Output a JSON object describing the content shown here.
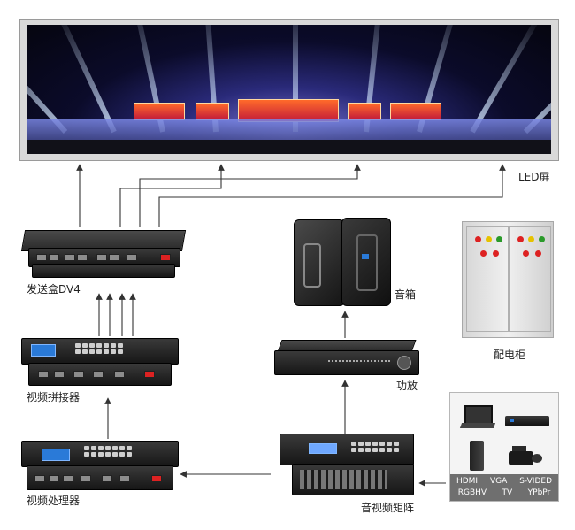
{
  "labels": {
    "led_screen": "LED屏",
    "sender_box": "发送盒DV4",
    "video_splicer": "视频拼接器",
    "video_processor": "视频处理器",
    "speakers": "音箱",
    "power_amp": "功放",
    "distribution_cabinet": "配电柜",
    "av_matrix": "音视频矩阵"
  },
  "sources": {
    "row1": [
      "HDMI",
      "VGA",
      "S-VIDED"
    ],
    "row2": [
      "RGBHV",
      "TV",
      "YPbPr"
    ]
  },
  "colors": {
    "wire": "#333333",
    "led_frame": "#d9d9d9",
    "device": "#1c1c1c"
  },
  "icons": [
    "laptop-icon",
    "dvd-player-icon",
    "pc-tower-icon",
    "camcorder-icon"
  ]
}
